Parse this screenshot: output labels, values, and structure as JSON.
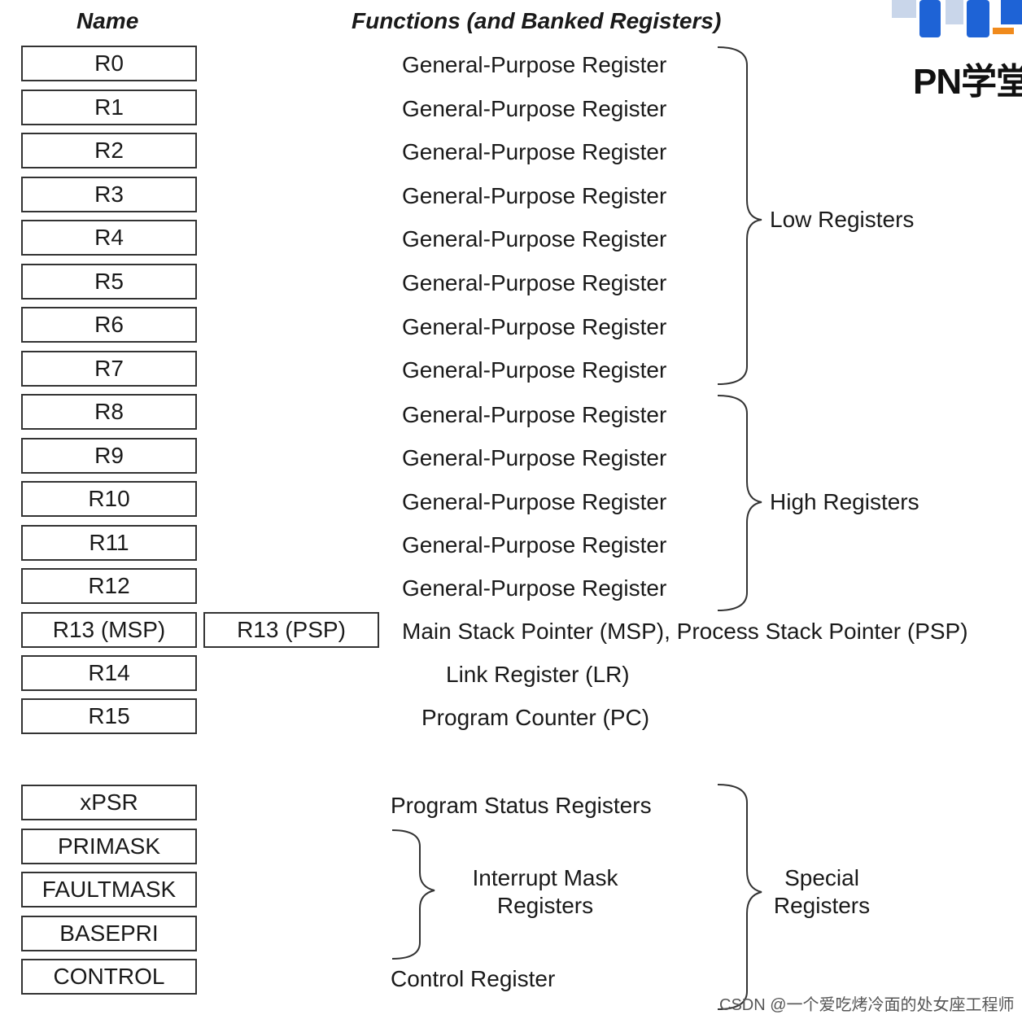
{
  "headers": {
    "name": "Name",
    "functions": "Functions (and Banked Registers)"
  },
  "registers": [
    {
      "name": "R0",
      "function": "General-Purpose Register"
    },
    {
      "name": "R1",
      "function": "General-Purpose Register"
    },
    {
      "name": "R2",
      "function": "General-Purpose Register"
    },
    {
      "name": "R3",
      "function": "General-Purpose Register"
    },
    {
      "name": "R4",
      "function": "General-Purpose Register"
    },
    {
      "name": "R5",
      "function": "General-Purpose Register"
    },
    {
      "name": "R6",
      "function": "General-Purpose Register"
    },
    {
      "name": "R7",
      "function": "General-Purpose Register"
    },
    {
      "name": "R8",
      "function": "General-Purpose Register"
    },
    {
      "name": "R9",
      "function": "General-Purpose Register"
    },
    {
      "name": "R10",
      "function": "General-Purpose Register"
    },
    {
      "name": "R11",
      "function": "General-Purpose Register"
    },
    {
      "name": "R12",
      "function": "General-Purpose Register"
    },
    {
      "name": "R13 (MSP)",
      "banked": "R13 (PSP)",
      "function": "Main Stack Pointer (MSP), Process Stack Pointer (PSP)"
    },
    {
      "name": "R14",
      "function": "Link Register (LR)"
    },
    {
      "name": "R15",
      "function": "Program Counter (PC)"
    }
  ],
  "special_registers": [
    {
      "name": "xPSR"
    },
    {
      "name": "PRIMASK"
    },
    {
      "name": "FAULTMASK"
    },
    {
      "name": "BASEPRI"
    },
    {
      "name": "CONTROL"
    }
  ],
  "special_functions": {
    "status": "Program Status Registers",
    "interrupt_mask_line1": "Interrupt Mask",
    "interrupt_mask_line2": "Registers",
    "control": "Control Register"
  },
  "groups": {
    "low": "Low Registers",
    "high": "High Registers",
    "special_line1": "Special",
    "special_line2": "Registers"
  },
  "logo": {
    "text": "PN学堂"
  },
  "watermark": "CSDN @一个爱吃烤冷面的处女座工程师",
  "colors": {
    "border": "#333333",
    "logo_blue": "#1e63d6",
    "logo_orange": "#f08a1c"
  }
}
